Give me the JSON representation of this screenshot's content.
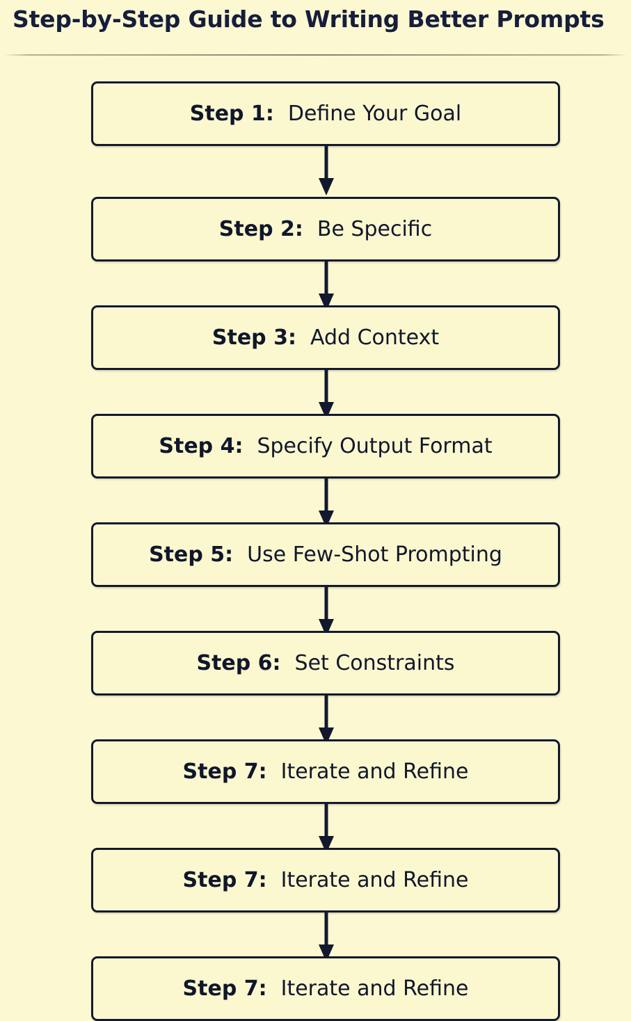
{
  "header": {
    "title": "Step-by-Step Guide to Writing Better Prompts",
    "divider": "horizontal-rule"
  },
  "theme": {
    "page_background": "#FCF8D2",
    "node_background": "#FBF7CF",
    "node_border": "#12192E",
    "text_color": "#10172B",
    "title_color": "#161E3C",
    "connector_color": "#12192E"
  },
  "chart_data": {
    "type": "diagram",
    "diagram_type": "flowchart",
    "orientation": "vertical-top-to-bottom",
    "title": "Step-by-Step Guide to Writing Better Prompts",
    "node_count": 9,
    "edge_count": 8,
    "nodes": [
      {
        "id": "n1",
        "step": "Step 1:",
        "label": "Define Your Goal"
      },
      {
        "id": "n2",
        "step": "Step 2:",
        "label": "Be Specific"
      },
      {
        "id": "n3",
        "step": "Step 3:",
        "label": "Add Context"
      },
      {
        "id": "n4",
        "step": "Step 4:",
        "label": "Specify Output Format"
      },
      {
        "id": "n5",
        "step": "Step 5:",
        "label": "Use Few-Shot Prompting"
      },
      {
        "id": "n6",
        "step": "Step 6:",
        "label": "Set Constraints"
      },
      {
        "id": "n7",
        "step": "Step 7:",
        "label": "Iterate and Refine"
      },
      {
        "id": "n8",
        "step": "Step 7:",
        "label": "Iterate and Refine"
      },
      {
        "id": "n9",
        "step": "Step 7:",
        "label": "Iterate and Refine"
      }
    ],
    "edges": [
      {
        "from": "n1",
        "to": "n2",
        "style": "solid-arrow-down"
      },
      {
        "from": "n2",
        "to": "n3",
        "style": "solid-arrow-down"
      },
      {
        "from": "n3",
        "to": "n4",
        "style": "solid-arrow-down"
      },
      {
        "from": "n4",
        "to": "n5",
        "style": "solid-arrow-down"
      },
      {
        "from": "n5",
        "to": "n6",
        "style": "solid-arrow-down"
      },
      {
        "from": "n6",
        "to": "n7",
        "style": "solid-arrow-down"
      },
      {
        "from": "n7",
        "to": "n8",
        "style": "solid-arrow-down"
      },
      {
        "from": "n8",
        "to": "n9",
        "style": "solid-arrow-down"
      }
    ]
  }
}
